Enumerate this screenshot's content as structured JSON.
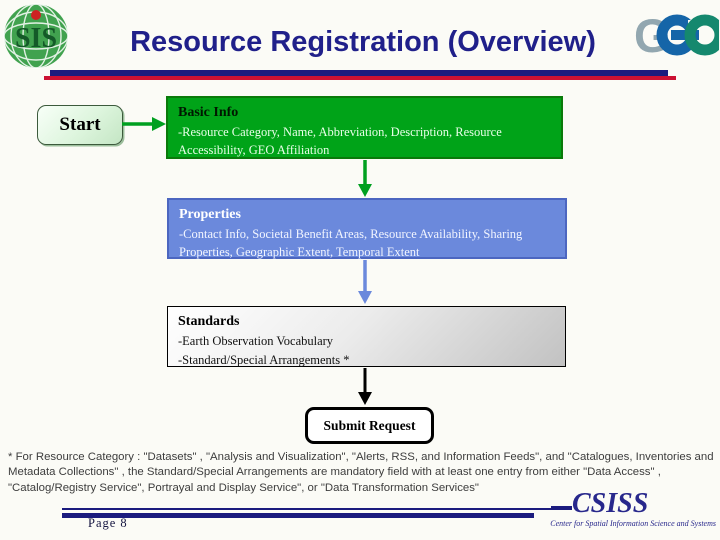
{
  "header": {
    "title": "Resource Registration (Overview)",
    "csis_logo_letters": "SIS",
    "geo_logo_letter_g": "G"
  },
  "flowchart": {
    "start_label": "Start",
    "boxes": [
      {
        "title": "Basic Info",
        "body": "-Resource Category, Name, Abbreviation, Description, Resource Accessibility, GEO Affiliation"
      },
      {
        "title": "Properties",
        "body": "-Contact Info, Societal Benefit Areas, Resource Availability, Sharing Properties, Geographic Extent, Temporal Extent"
      },
      {
        "title": "Standards",
        "lines": [
          "-Earth Observation Vocabulary",
          "-Standard/Special Arrangements *"
        ]
      }
    ],
    "submit_label": "Submit Request"
  },
  "footnote": "* For Resource Category : \"Datasets\" , \"Analysis and Visualization\", \"Alerts, RSS, and Information Feeds\", and \"Catalogues, Inventories and Metadata Collections\" , the Standard/Special Arrangements are mandatory field with at least one entry from either \"Data Access\" , \"Catalog/Registry Service\", Portrayal and Display Service\", or \"Data Transformation Services\"",
  "footer": {
    "page_label": "Page  8",
    "org_abbr": "CSISS",
    "org_name": "Center for Spatial Information Science and Systems"
  },
  "colors": {
    "title_navy": "#20208a",
    "line_navy": "#1b1b7e",
    "line_red": "#cc1133",
    "basic_info_fill": "#00a318",
    "basic_info_border": "#0a7a0a",
    "properties_fill": "#6b89dc",
    "properties_border": "#4c66c0",
    "standards_fill": "#d9d9d9",
    "arrow_green": "#00a020",
    "arrow_blue": "#6b89dc",
    "arrow_black": "#000000",
    "geo_g": "#92a7b0",
    "geo_e": "#1565a8",
    "geo_o": "#15886e",
    "csis_green": "#41a24f"
  }
}
